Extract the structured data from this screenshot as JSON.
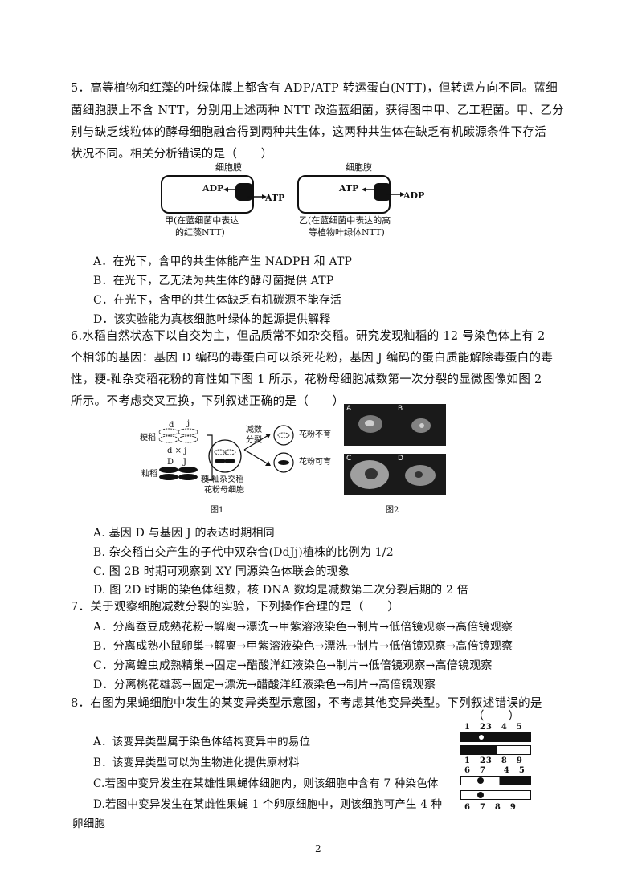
{
  "page_number": "2",
  "q5": {
    "lines": [
      "5．高等植物和红藻的叶绿体膜上都含有 ADP/ATP 转运蛋白(NTT)，但转运方向不同。蓝细",
      "菌细胞膜上不含 NTT，分别用上述两种 NTT 改造蓝细菌，获得图中甲、乙工程菌。甲、乙分",
      "别与缺乏线粒体的酵母细胞融合得到两种共生体，这两种共生体在缺乏有机碳源条件下存活",
      "状况不同。相关分析错误的是（　　）"
    ],
    "figure": {
      "left_membrane": "细胞膜",
      "left_in": "ADP",
      "left_out": "ATP",
      "left_caption_1": "甲(在蓝细菌中表达",
      "left_caption_2": "的红藻NTT)",
      "right_membrane": "细胞膜",
      "right_in": "ATP",
      "right_out": "ADP",
      "right_caption_1": "乙(在蓝细菌中表达的高",
      "right_caption_2": "等植物叶绿体NTT)"
    },
    "options": [
      "A．在光下，含甲的共生体能产生 NADPH 和 ATP",
      "B．在光下，乙无法为共生体的酵母菌提供 ATP",
      "C．在光下，含甲的共生体缺乏有机碳源不能存活",
      "D．该实验能为真核细胞叶绿体的起源提供解释"
    ]
  },
  "q6": {
    "lines": [
      "6.水稻自然状态下以自交为主，但品质常不如杂交稻。研究发现籼稻的 12 号染色体上有 2",
      "个相邻的基因：基因 D 编码的毒蛋白可以杀死花粉，基因 J 编码的蛋白质能解除毒蛋白的毒",
      "性，粳-籼杂交稻花粉的育性如下图 1 所示，花粉母细胞减数第一次分裂的显微图像如图 2",
      "所示。不考虑交叉互换，下列叙述正确的是（　　）"
    ],
    "figure1": {
      "japonica": "粳稻",
      "indica": "籼稻",
      "gene_d": "d",
      "gene_j": "j",
      "cross": "d × j",
      "gene_D": "D",
      "gene_J": "J",
      "process_1": "减数",
      "process_2": "分裂",
      "cell_label_1": "粳-籼杂交稻",
      "cell_label_2": "花粉母细胞",
      "sterile": "花粉不育",
      "fertile": "花粉可育",
      "caption": "图1"
    },
    "figure2": {
      "panels": [
        "A",
        "B",
        "C",
        "D"
      ],
      "caption": "图2"
    },
    "options": [
      "A. 基因 D 与基因 J 的表达时期相同",
      "B. 杂交稻自交产生的子代中双杂合(DdJj)植株的比例为 1/2",
      "C. 图 2B 时期可观察到 XY 同源染色体联会的现象",
      "D. 图 2D 时期的染色体组数，核 DNA 数均是减数第二次分裂后期的 2 倍"
    ]
  },
  "q7": {
    "stem": "7．关于观察细胞减数分裂的实验，下列操作合理的是（　　）",
    "options": [
      "A．分离蚕豆成熟花粉→解离→漂洗→甲紫溶液染色→制片→低倍镜观察→高倍镜观察",
      "B．分离成熟小鼠卵巢→解离→甲紫溶液染色→漂洗→制片→低倍镜观察→高倍镜观察",
      "C．分离蝗虫成熟精巢→固定→醋酸洋红液染色→制片→低倍镜观察→高倍镜观察",
      "D．分离桃花雄蕊→固定→漂洗→醋酸洋红液染色→制片→高倍镜观察"
    ]
  },
  "q8": {
    "stem": "8．右图为果蝇细胞中发生的某变异类型示意图，不考虑其他变异类型。下列叙述错误的是",
    "bracket": "（　　）",
    "options": [
      "A．该变异类型属于染色体结构变异中的易位",
      "B．该变异类型可以为生物进化提供原材料",
      "C.若图中变异发生在某雄性果蝇体细胞内，则该细胞中含有 7 种染色体",
      "D.若图中变异发生在某雌性果蝇 1 个卵原细胞中，则该细胞可产生 4 种"
    ],
    "option_tail": "卵细胞",
    "figure": {
      "row1": "1　23　4　5",
      "row2": "1　23　8　9",
      "row3": "6　7　　4　5",
      "row4": "6　7　8　9"
    }
  }
}
